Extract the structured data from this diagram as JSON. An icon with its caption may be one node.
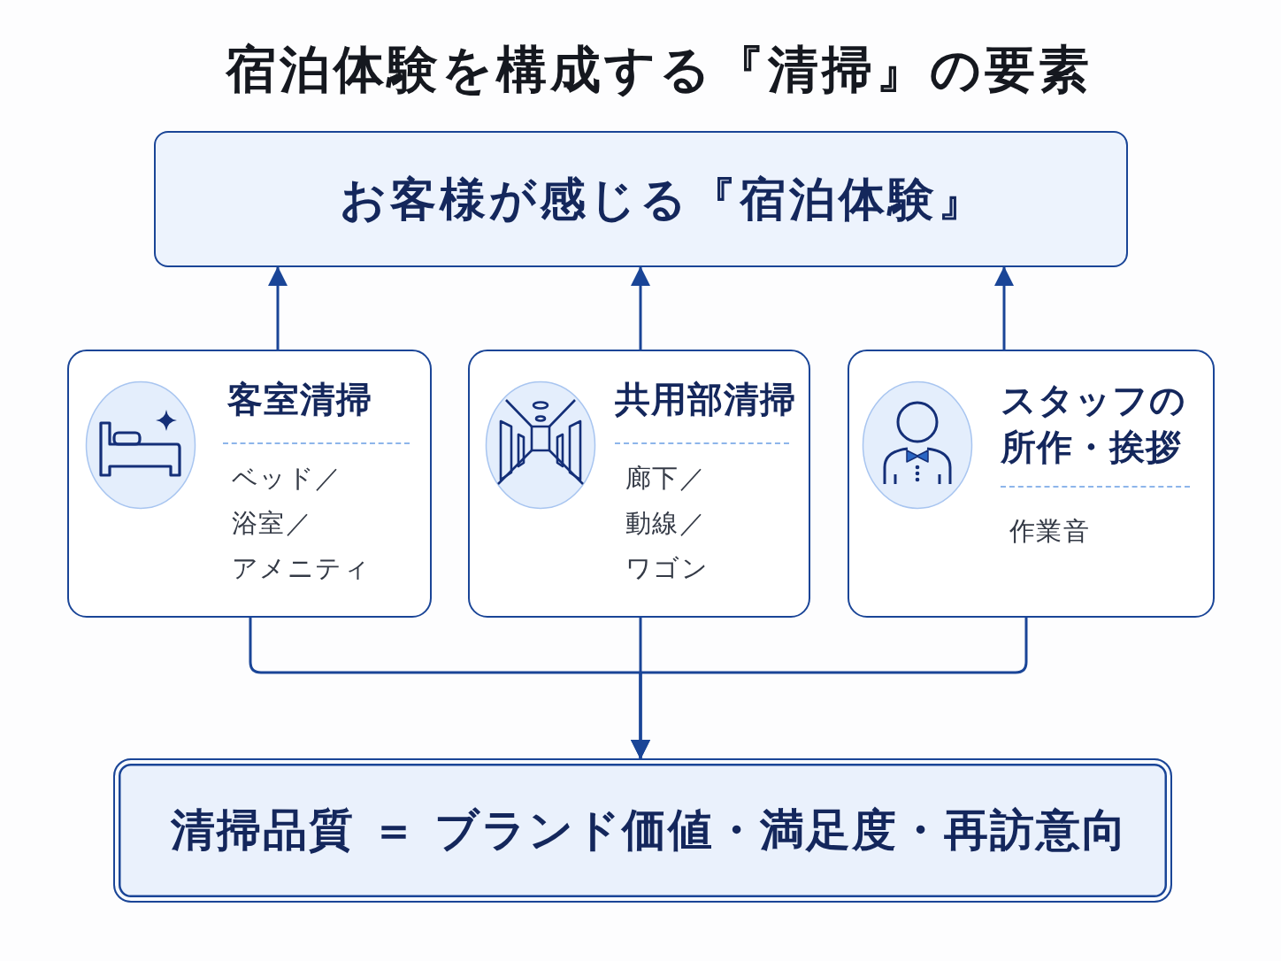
{
  "diagram": {
    "title": "宿泊体験を構成する『清掃』の要素",
    "nodes": [
      {
        "text": [
          "お客様が感じる『宿泊体験』"
        ]
      },
      {
        "text": [
          "客室清掃",
          "ベッド／浴室／アメニティ"
        ]
      },
      {
        "text": [
          "共用部清掃",
          "廊下／動線／ワゴン"
        ]
      },
      {
        "text": [
          "スタッフの所作・挨拶",
          "作業音"
        ]
      },
      {
        "text": [
          "清掃品質 ＝ ブランド価値・満足度・再訪意向"
        ]
      }
    ],
    "edges": [
      {
        "from": 1,
        "to": 0,
        "arrow": "to"
      },
      {
        "from": 2,
        "to": 0,
        "arrow": "to"
      },
      {
        "from": 3,
        "to": 0,
        "arrow": "to"
      },
      {
        "from": 1,
        "to": 4,
        "arrow": "to"
      },
      {
        "from": 2,
        "to": 4,
        "arrow": "to"
      },
      {
        "from": 3,
        "to": 4,
        "arrow": "to"
      }
    ]
  }
}
